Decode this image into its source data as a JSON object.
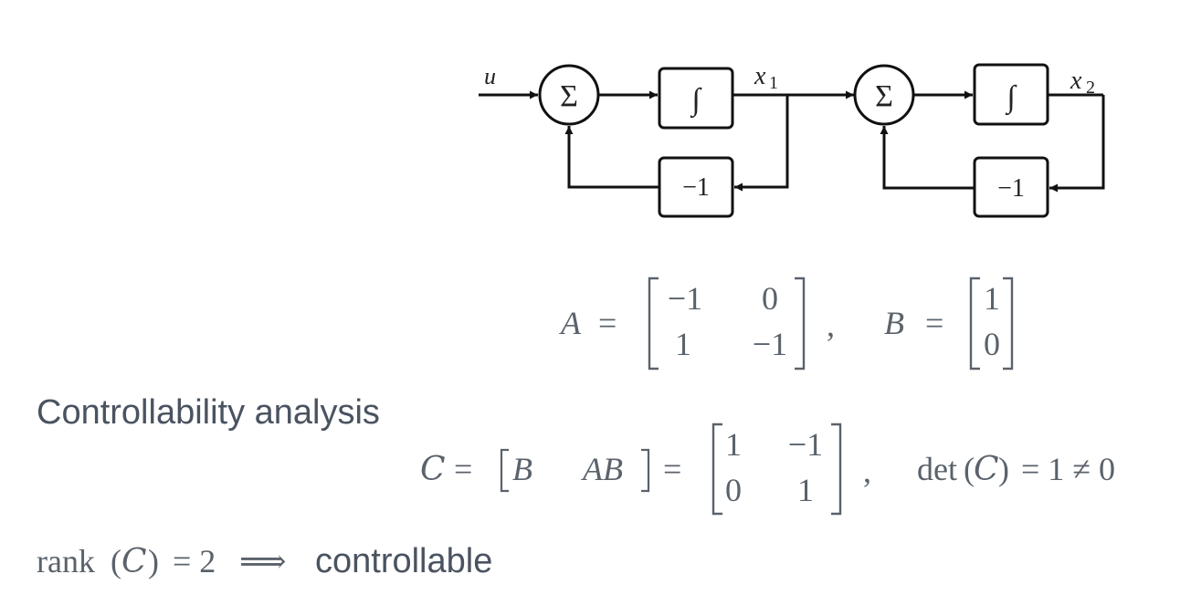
{
  "diagram": {
    "input_label": "u",
    "summer_symbol": "Σ",
    "integrator_symbol": "∫",
    "gain_label": "−1",
    "state1_var": "x",
    "state1_sub": "1",
    "state2_var": "x",
    "state2_sub": "2"
  },
  "matrices": {
    "A_name": "A",
    "A_rows": [
      [
        "−1",
        "0"
      ],
      [
        "1",
        "−1"
      ]
    ],
    "B_name": "B",
    "B_rows": [
      [
        "1"
      ],
      [
        "0"
      ]
    ],
    "equals": "=",
    "comma": ","
  },
  "controllability": {
    "heading": "Controllability analysis",
    "C_symbol": "C",
    "bracket_B": "B",
    "bracket_AB": "AB",
    "C_rows": [
      [
        "1",
        "−1"
      ],
      [
        "0",
        "1"
      ]
    ],
    "det_text": "det",
    "det_result": "= 1 ≠ 0"
  },
  "conclusion": {
    "rank_text": "rank",
    "rank_result": "= 2",
    "implies": "⟹",
    "word": "controllable"
  }
}
